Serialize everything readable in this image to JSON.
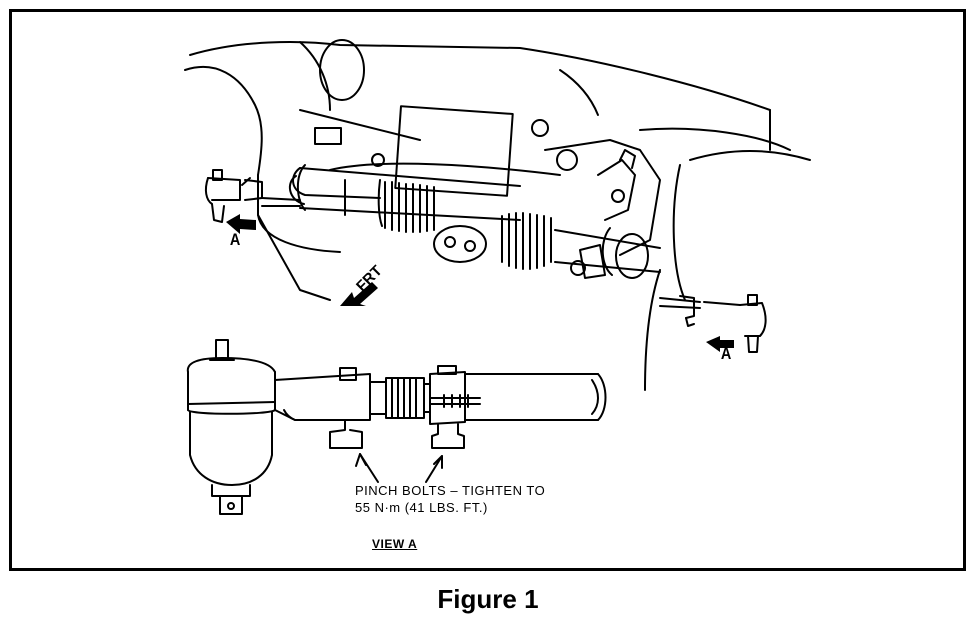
{
  "figure": {
    "caption": "Figure 1",
    "labels": {
      "view_marker_upper": "A",
      "view_marker_lower": "A",
      "front_arrow": "FRT",
      "callout_line1": "PINCH BOLTS – TIGHTEN TO",
      "callout_line2": "55 N·m (41 LBS. FT.)",
      "view_caption": "VIEW A"
    }
  },
  "colors": {
    "ink": "#000000",
    "paper": "#ffffff"
  }
}
